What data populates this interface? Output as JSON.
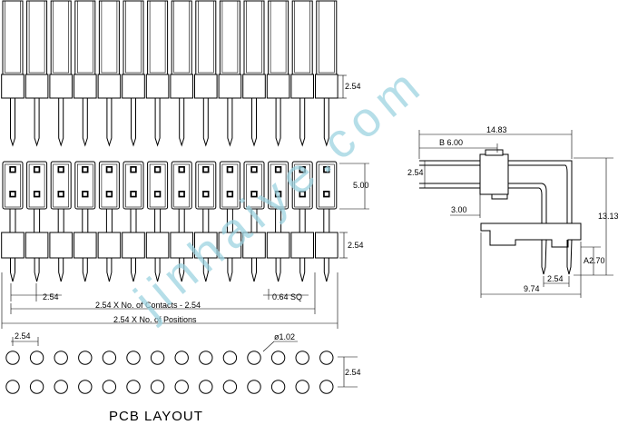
{
  "drawing": {
    "pin_count": 14,
    "front_view": {
      "dim_pin_height": "2.54"
    },
    "top_view": {
      "dim_body_height": "5.00",
      "dim_row_pitch": "2.54",
      "dim_pitch": "2.54",
      "dim_pin_square": "0.64 SQ",
      "dim_contacts": "2.54 X No. of Contacts - 2.54",
      "dim_positions": "2.54 X No. of Positions"
    },
    "side_view": {
      "dim_total_length": "14.83",
      "dim_b": "B 6.00",
      "dim_row_pitch_left": "2.54",
      "dim_housing_offset": "3.00",
      "dim_total_height": "13.13",
      "dim_a": "A2.70",
      "dim_bottom_pitch": "2.54",
      "dim_bottom_width": "9.74"
    },
    "pcb_layout": {
      "title": "PCB LAYOUT",
      "dim_pitch": "2.54",
      "dim_hole": "ø1.02",
      "dim_row_pitch": "2.54"
    },
    "watermark": "jinhaiye.com"
  }
}
